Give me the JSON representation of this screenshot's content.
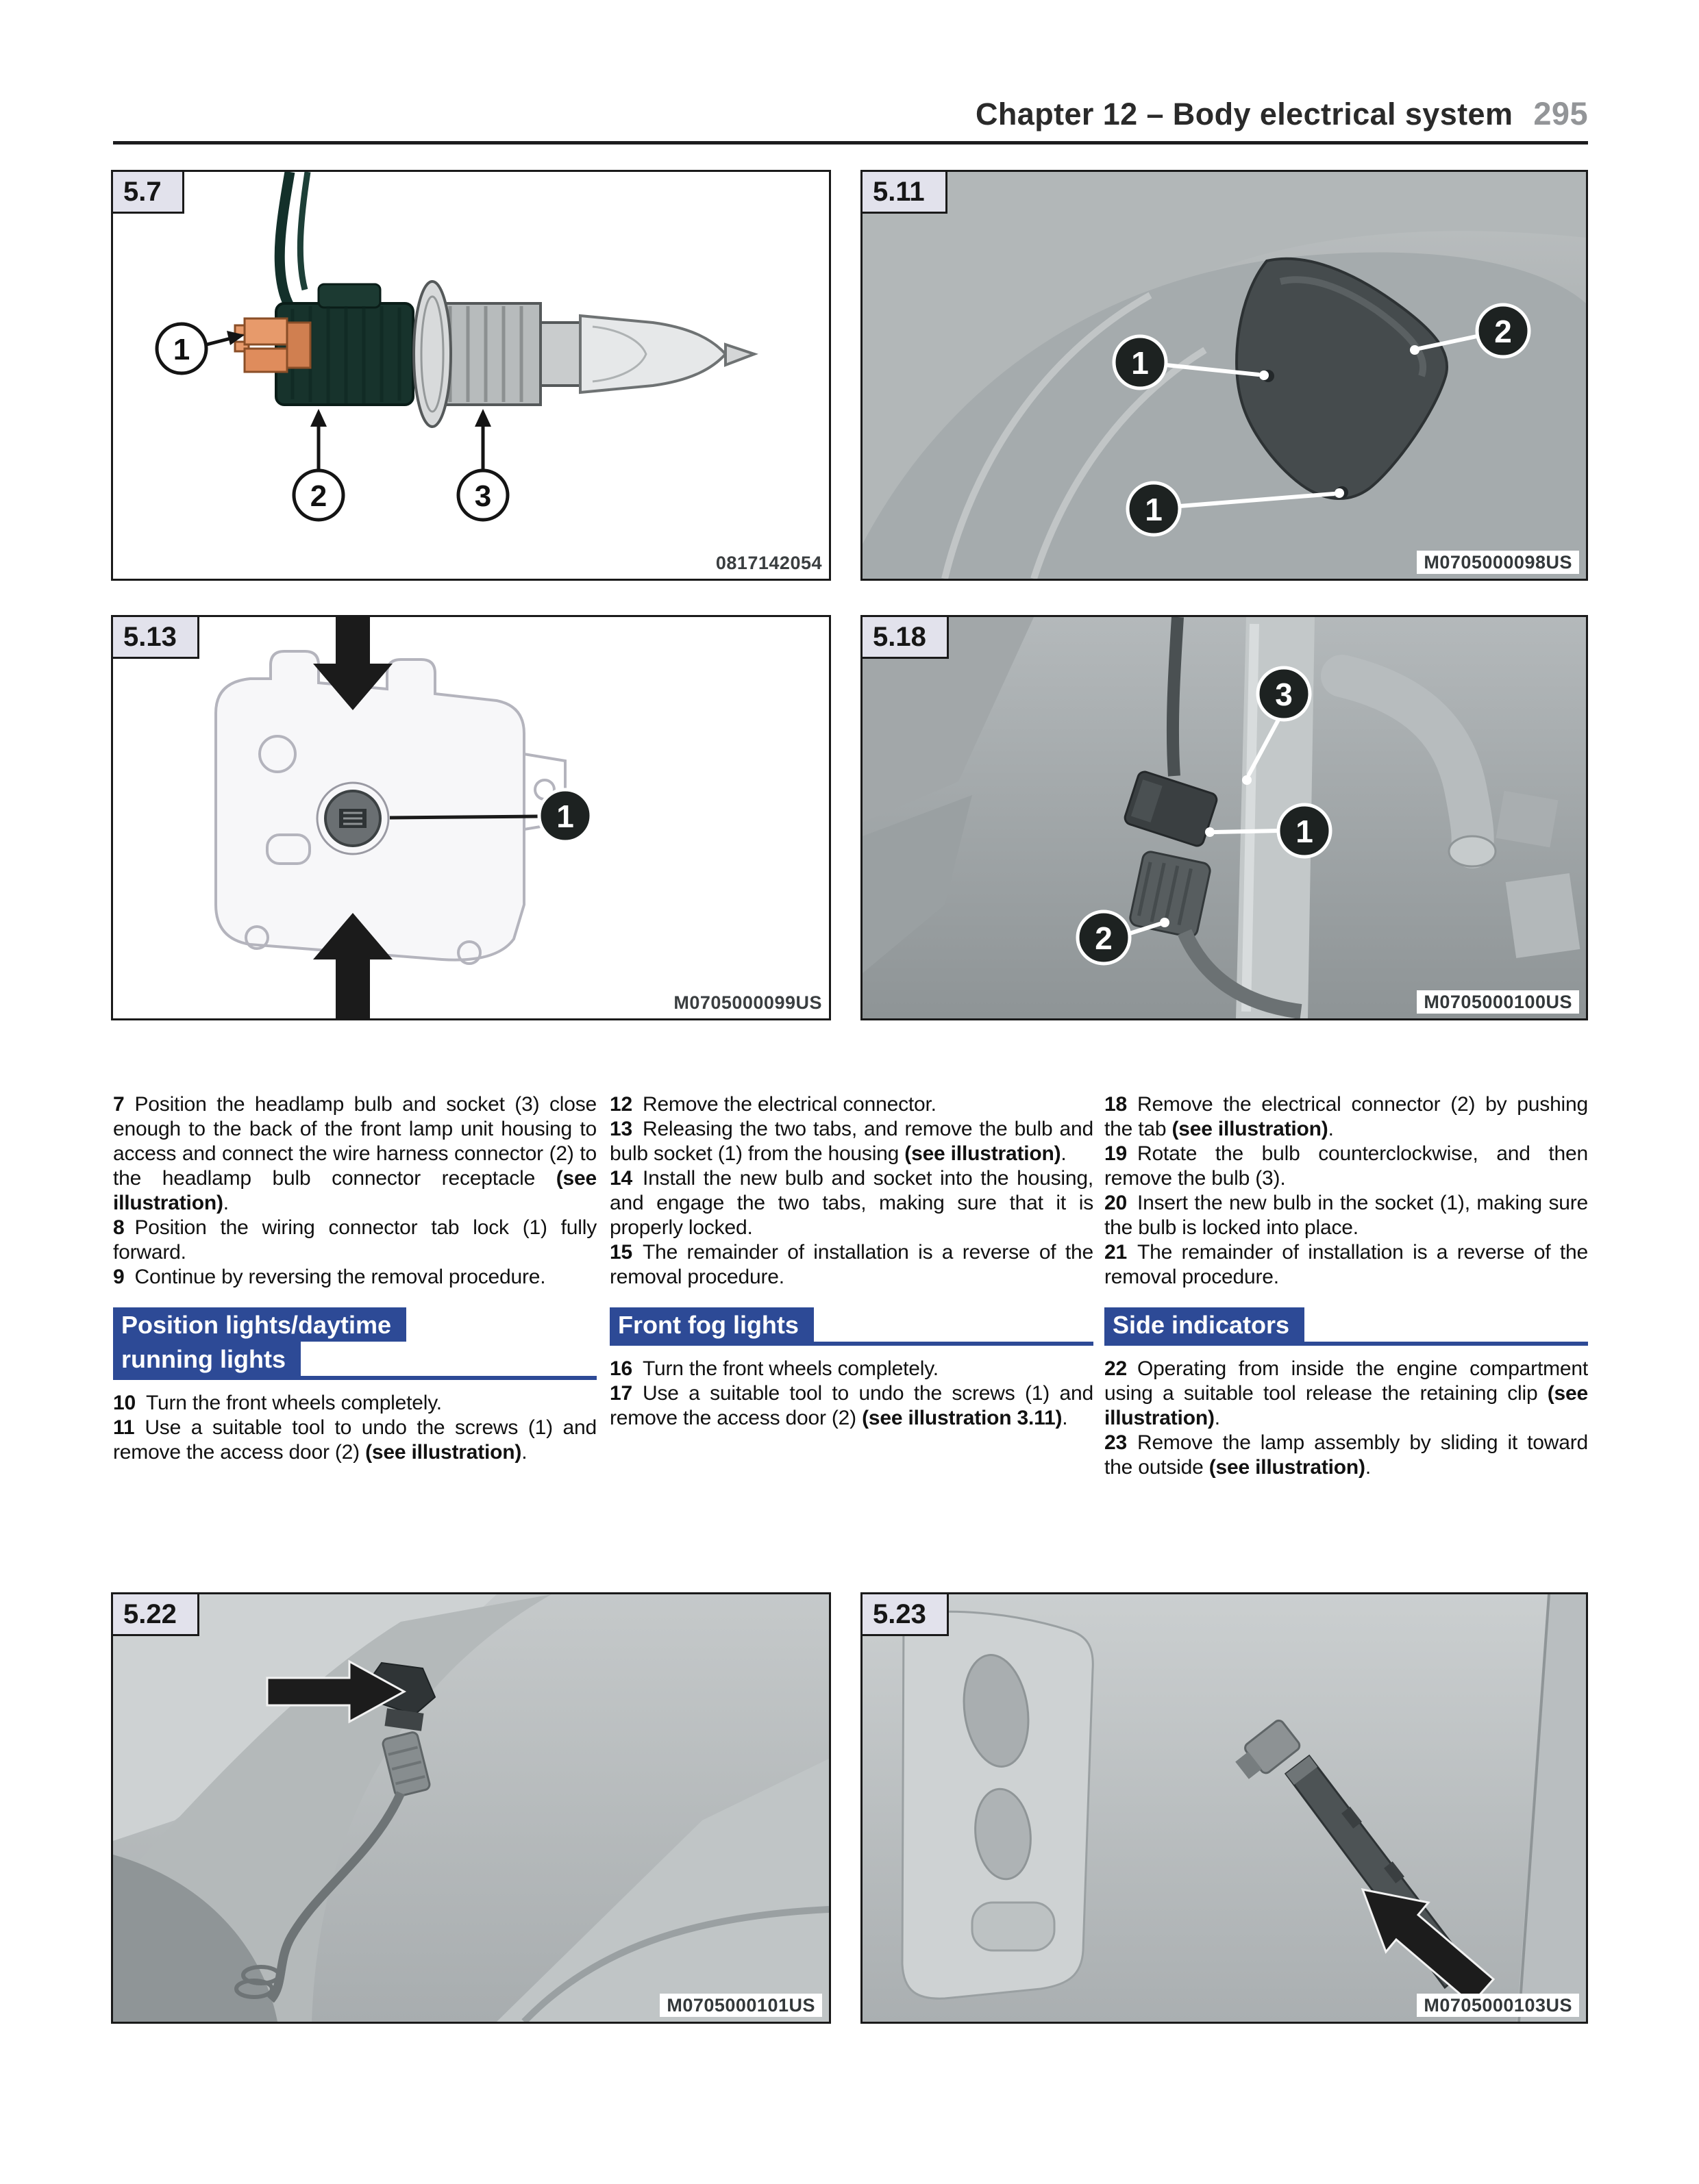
{
  "page": {
    "header": {
      "chapter_title": "Chapter 12 – Body electrical system",
      "page_number": "295"
    },
    "colors": {
      "accent_blue": "#2d4a96",
      "label_box_bg": "#e2e2ec",
      "page_number_gray": "#939598",
      "rule_dark": "#1c1c1e",
      "illustration_gray": "#a9aeb0",
      "callout_dark": "#1d2221"
    }
  },
  "figures": {
    "f5_7": {
      "label": "5.7",
      "image_id": "0817142054",
      "callouts": [
        "1",
        "2",
        "3"
      ]
    },
    "f5_11": {
      "label": "5.11",
      "image_id": "M0705000098US",
      "callouts": [
        "2",
        "1",
        "1"
      ]
    },
    "f5_13": {
      "label": "5.13",
      "image_id": "M0705000099US",
      "callouts": [
        "1"
      ]
    },
    "f5_18": {
      "label": "5.18",
      "image_id": "M0705000100US",
      "callouts": [
        "3",
        "2",
        "1"
      ]
    },
    "f5_22": {
      "label": "5.22",
      "image_id": "M0705000101US",
      "callouts": []
    },
    "f5_23": {
      "label": "5.23",
      "image_id": "M0705000103US",
      "callouts": []
    }
  },
  "columns": [
    {
      "steps_a": [
        {
          "num": "7",
          "pre": "Position the headlamp bulb and socket (3) close enough to the back of the front lamp unit housing to access and connect the wire harness connector (2) to the headlamp bulb connector receptacle ",
          "bold": "(see illustration)",
          "post": "."
        },
        {
          "num": "8",
          "pre": "Position the wiring connector tab lock (1) fully forward.",
          "bold": "",
          "post": ""
        },
        {
          "num": "9",
          "pre": "Continue by reversing the removal procedure.",
          "bold": "",
          "post": ""
        }
      ],
      "heading_lines": [
        "Position lights/daytime",
        "running lights"
      ],
      "steps_b": [
        {
          "num": "10",
          "pre": "Turn the front wheels completely.",
          "bold": "",
          "post": ""
        },
        {
          "num": "11",
          "pre": "Use a suitable tool to undo the screws (1) and remove the access door (2) ",
          "bold": "(see illustration)",
          "post": "."
        }
      ]
    },
    {
      "steps_a": [
        {
          "num": "12",
          "pre": "Remove the electrical connector.",
          "bold": "",
          "post": ""
        },
        {
          "num": "13",
          "pre": "Releasing the two tabs, and remove the bulb and bulb socket (1) from the housing ",
          "bold": "(see illustration)",
          "post": "."
        },
        {
          "num": "14",
          "pre": "Install the new bulb and socket into the housing, and engage the two tabs, making sure that it is properly locked.",
          "bold": "",
          "post": ""
        },
        {
          "num": "15",
          "pre": "The remainder of installation is a reverse of the removal procedure.",
          "bold": "",
          "post": ""
        }
      ],
      "heading_lines": [
        "Front fog lights"
      ],
      "steps_b": [
        {
          "num": "16",
          "pre": "Turn the front wheels completely.",
          "bold": "",
          "post": ""
        },
        {
          "num": "17",
          "pre": "Use a suitable tool to undo the screws (1) and remove the access door (2) ",
          "bold": "(see illustration 3.11)",
          "post": "."
        }
      ]
    },
    {
      "steps_a": [
        {
          "num": "18",
          "pre": "Remove the electrical connector (2) by pushing the tab ",
          "bold": "(see illustration)",
          "post": "."
        },
        {
          "num": "19",
          "pre": "Rotate the bulb counterclockwise, and then remove the bulb (3).",
          "bold": "",
          "post": ""
        },
        {
          "num": "20",
          "pre": "Insert the new bulb in the socket (1), making sure the bulb is locked into place.",
          "bold": "",
          "post": ""
        },
        {
          "num": "21",
          "pre": "The remainder of installation is a reverse of the removal procedure.",
          "bold": "",
          "post": ""
        }
      ],
      "heading_lines": [
        "Side indicators"
      ],
      "steps_b": [
        {
          "num": "22",
          "pre": "Operating from inside the engine compartment using a suitable tool release the retaining clip ",
          "bold": "(see illustration)",
          "post": "."
        },
        {
          "num": "23",
          "pre": "Remove the lamp assembly by sliding it toward the outside ",
          "bold": "(see illustration)",
          "post": "."
        }
      ]
    }
  ]
}
